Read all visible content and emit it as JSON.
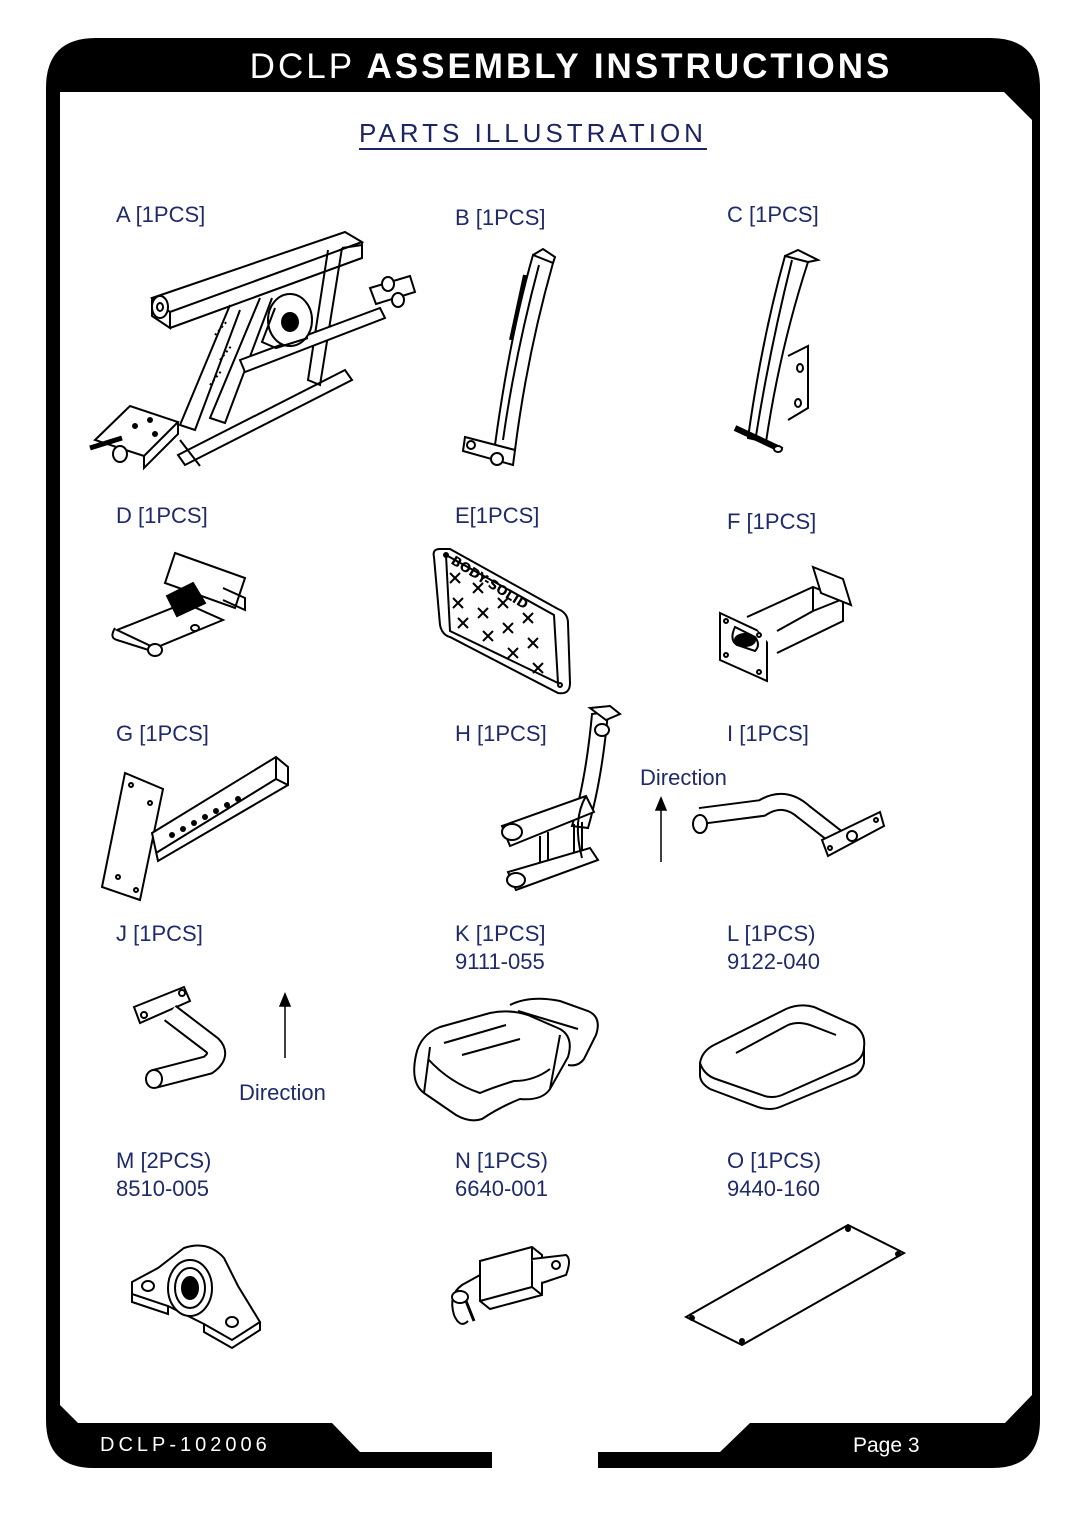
{
  "header": {
    "title_lead": "DCLP",
    "title_rest": " ASSEMBLY INSTRUCTIONS"
  },
  "section": {
    "title": "PARTS ILLUSTRATION"
  },
  "parts": {
    "A": {
      "label": "A [1PCS]"
    },
    "B": {
      "label": "B [1PCS]"
    },
    "C": {
      "label": "C [1PCS]"
    },
    "D": {
      "label": "D [1PCS]"
    },
    "E": {
      "label": "E[1PCS]"
    },
    "F": {
      "label": "F [1PCS]"
    },
    "G": {
      "label": "G [1PCS]"
    },
    "H": {
      "label": "H [1PCS]"
    },
    "I": {
      "label": "I [1PCS]"
    },
    "J": {
      "label": "J [1PCS]"
    },
    "K": {
      "label": "K [1PCS]",
      "number": "9111-055"
    },
    "L": {
      "label": "L [1PCS)",
      "number": "9122-040"
    },
    "M": {
      "label": "M [2PCS)",
      "number": "8510-005"
    },
    "N": {
      "label": "N [1PCS)",
      "number": "6640-001"
    },
    "O": {
      "label": "O [1PCS)",
      "number": "9440-160"
    }
  },
  "annotations": {
    "direction_i": "Direction",
    "direction_m": "Direction"
  },
  "plate_text": "BODY-SOLID",
  "footer": {
    "code": "DCLP-102006",
    "page": "Page 3"
  }
}
